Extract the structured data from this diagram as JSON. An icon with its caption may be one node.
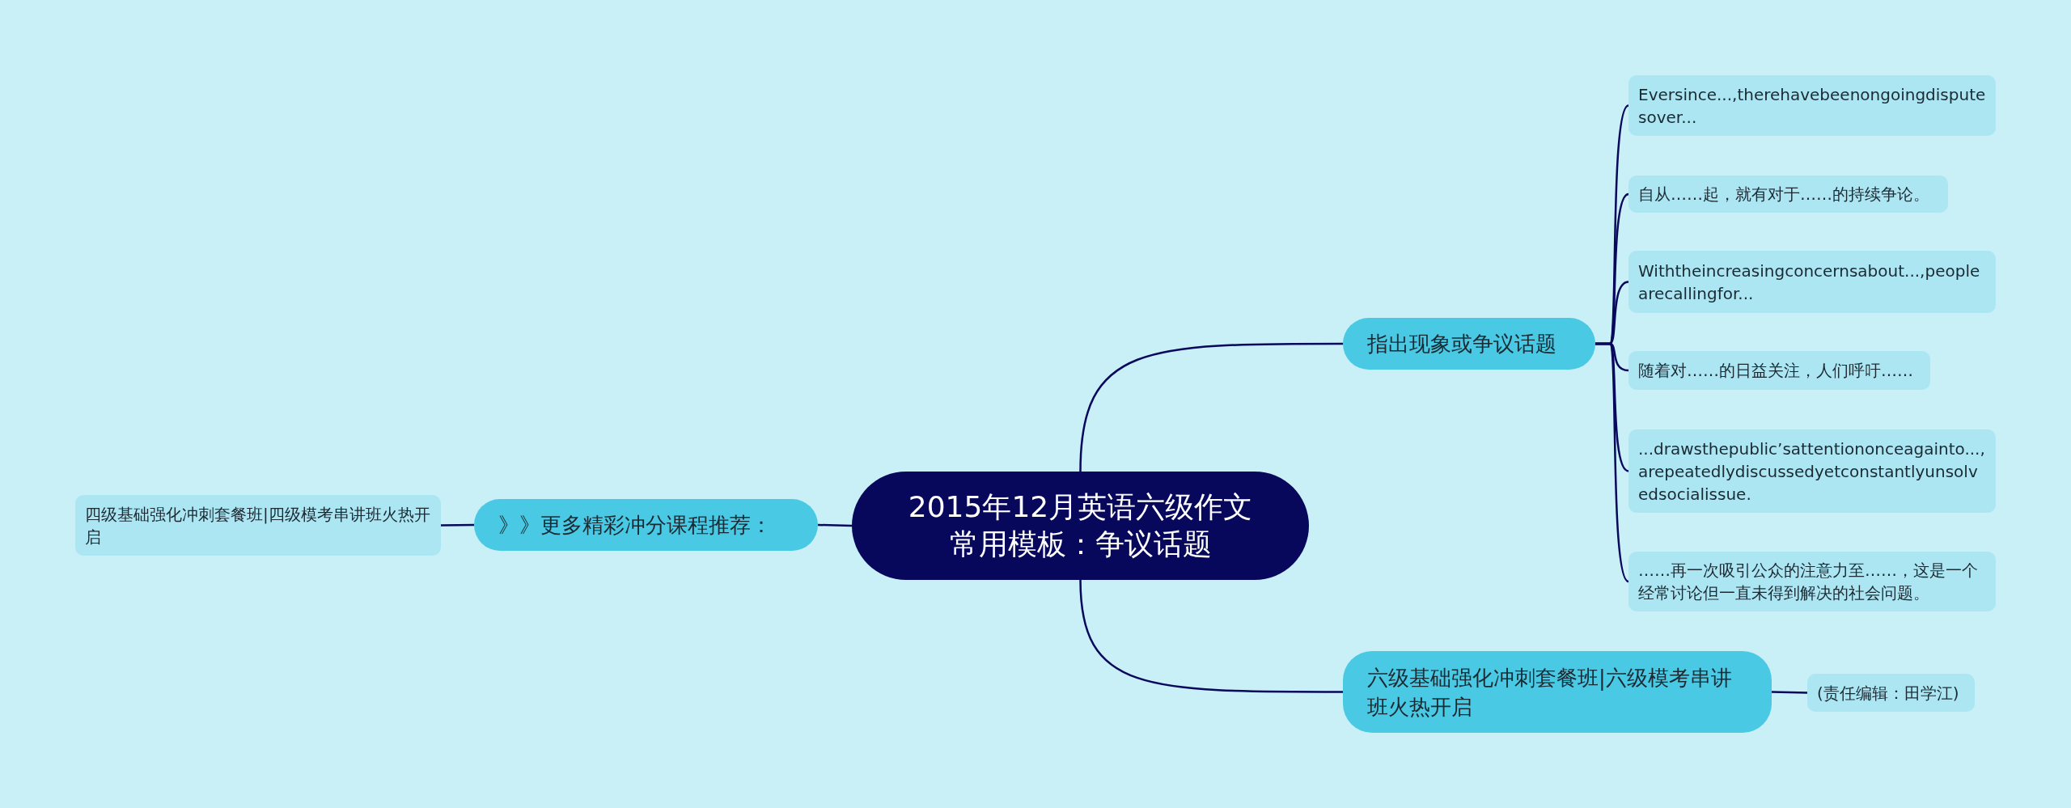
{
  "diagram": {
    "nodes": [
      {
        "text": [
          "2015年12月英语六级作文常用模板：争议话题"
        ]
      },
      {
        "text": [
          "指出现象或争议话题"
        ]
      },
      {
        "text": [
          "Eversince...,therehavebeenongoingdisputesover..."
        ]
      },
      {
        "text": [
          "自从……起，就有对于……的持续争论。"
        ]
      },
      {
        "text": [
          "Withtheincreasingconcernsabout...,peoplearecallingfor..."
        ]
      },
      {
        "text": [
          "随着对……的日益关注，人们呼吁……"
        ]
      },
      {
        "text": [
          "...drawsthepublic’sattentiononceagainto...,arepeatedlydiscussedyetconstantlyunsolvedsocialissue."
        ]
      },
      {
        "text": [
          "……再一次吸引公众的注意力至……，这是一个经常讨论但一直未得到解决的社会问题。"
        ]
      },
      {
        "text": [
          "六级基础强化冲刺套餐班|六级模考串讲班火热开启"
        ]
      },
      {
        "text": [
          "(责任编辑：田学江)"
        ]
      },
      {
        "text": [
          "》》更多精彩冲分课程推荐："
        ]
      },
      {
        "text": [
          "四级基础强化冲刺套餐班|四级模考串讲班火热开启"
        ]
      }
    ],
    "edges": [
      {
        "from": 0,
        "to": 1,
        "arrow": "none"
      },
      {
        "from": 1,
        "to": 2,
        "arrow": "none"
      },
      {
        "from": 1,
        "to": 3,
        "arrow": "none"
      },
      {
        "from": 1,
        "to": 4,
        "arrow": "none"
      },
      {
        "from": 1,
        "to": 5,
        "arrow": "none"
      },
      {
        "from": 1,
        "to": 6,
        "arrow": "none"
      },
      {
        "from": 1,
        "to": 7,
        "arrow": "none"
      },
      {
        "from": 0,
        "to": 8,
        "arrow": "none"
      },
      {
        "from": 8,
        "to": 9,
        "arrow": "none"
      },
      {
        "from": 0,
        "to": 10,
        "arrow": "none"
      },
      {
        "from": 10,
        "to": 11,
        "arrow": "none"
      }
    ]
  }
}
